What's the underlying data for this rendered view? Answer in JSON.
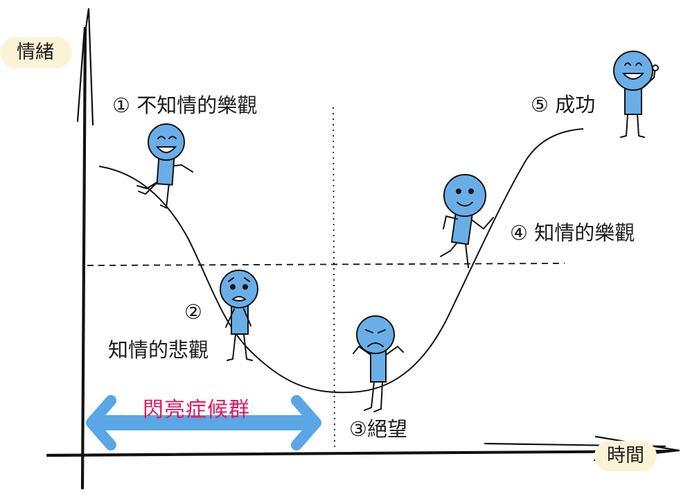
{
  "axes": {
    "y_label": "情緒",
    "x_label": "時間"
  },
  "stages": [
    {
      "num": "①",
      "text": "不知情的樂觀",
      "mood": "grinning"
    },
    {
      "num": "②",
      "text": "知情的悲觀",
      "mood": "worried"
    },
    {
      "num": "③",
      "text": "絕望",
      "mood": "sad"
    },
    {
      "num": "④",
      "text": "知情的樂觀",
      "mood": "smiling"
    },
    {
      "num": "⑤",
      "text": "成功",
      "mood": "cheering"
    }
  ],
  "bracket": {
    "label": "閃亮症候群"
  },
  "colors": {
    "figure_fill": "#6aaee8",
    "arrow": "#5aa6e6",
    "bracket_text": "#e8155b",
    "chip": "#fbf3d6"
  }
}
